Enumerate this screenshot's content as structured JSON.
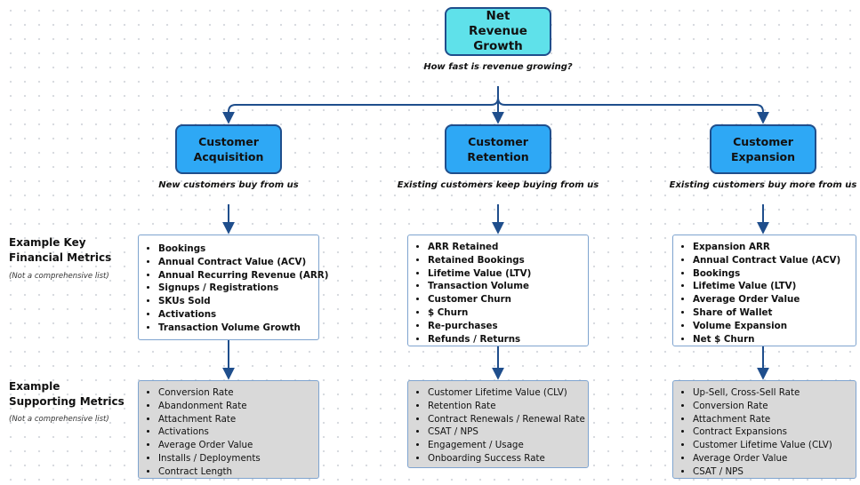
{
  "root": {
    "title": "Net Revenue Growth",
    "question": "How fast is revenue growing?"
  },
  "pillars": [
    {
      "title": "Customer Acquisition",
      "caption": "New customers buy from us",
      "financial": [
        "Bookings",
        "Annual Contract Value (ACV)",
        "Annual Recurring Revenue (ARR)",
        "Signups / Registrations",
        "SKUs Sold",
        "Activations",
        "Transaction Volume Growth"
      ],
      "supporting": [
        "Conversion Rate",
        "Abandonment Rate",
        "Attachment Rate",
        "Activations",
        "Average Order Value",
        "Installs / Deployments",
        "Contract Length"
      ]
    },
    {
      "title": "Customer Retention",
      "caption": "Existing customers keep buying from us",
      "financial": [
        "ARR Retained",
        "Retained Bookings",
        "Lifetime Value (LTV)",
        "Transaction Volume",
        "Customer Churn",
        "$ Churn",
        "Re-purchases",
        "Refunds / Returns"
      ],
      "supporting": [
        "Customer Lifetime Value (CLV)",
        "Retention Rate",
        "Contract Renewals / Renewal Rate",
        "CSAT / NPS",
        "Engagement / Usage",
        "Onboarding Success Rate"
      ]
    },
    {
      "title": "Customer Expansion",
      "caption": "Existing customers buy more from us",
      "financial": [
        "Expansion ARR",
        "Annual Contract Value (ACV)",
        "Bookings",
        "Lifetime Value (LTV)",
        "Average Order Value",
        "Share of Wallet",
        "Volume Expansion",
        "Net $ Churn"
      ],
      "supporting": [
        "Up-Sell, Cross-Sell Rate",
        "Conversion Rate",
        "Attachment Rate",
        "Contract Expansions",
        "Customer Lifetime Value (CLV)",
        "Average Order Value",
        "CSAT / NPS"
      ]
    }
  ],
  "row_labels": {
    "financial": "Example Key Financial Metrics",
    "financial_note": "(Not a comprehensive list)",
    "supporting": "Example Supporting Metrics",
    "supporting_note": "(Not a comprehensive list)"
  },
  "colors": {
    "root_fill": "#5fe1ea",
    "pillar_fill": "#2ea8f5",
    "connector": "#1f4e8c",
    "supporting_fill": "#d9d9d9"
  }
}
